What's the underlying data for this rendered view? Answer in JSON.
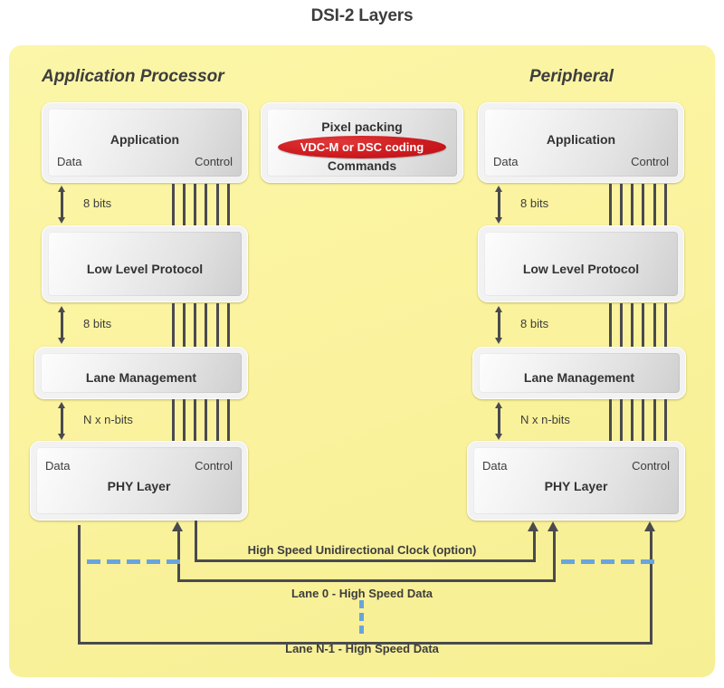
{
  "title": "DSI-2 Layers",
  "sides": {
    "left_heading": "Application Processor",
    "right_heading": "Peripheral"
  },
  "center_block": {
    "line1": "Pixel packing",
    "highlight": "VDC-M or DSC coding",
    "line3": "Commands",
    "highlight_color": "#cc1122"
  },
  "layers": {
    "application": "Application",
    "low_level_protocol": "Low Level Protocol",
    "lane_management": "Lane Management",
    "phy_layer": "PHY Layer",
    "data_label": "Data",
    "control_label": "Control"
  },
  "interconnect_labels": {
    "app_to_llp": "8 bits",
    "llp_to_lane": "8 bits",
    "lane_to_phy": "N x n-bits"
  },
  "links": {
    "clock": "High Speed Unidirectional Clock (option)",
    "lane0": "Lane 0 - High Speed Data",
    "lane_n1": "Lane N-1 - High Speed Data"
  },
  "colors": {
    "frame_background": "#fbf39f",
    "box_fill": "#e6e6e6",
    "line": "#4a4a4f",
    "accent_red": "#cc1122",
    "dash_blue": "#6aa4dc",
    "text": "#3d3d3d"
  }
}
